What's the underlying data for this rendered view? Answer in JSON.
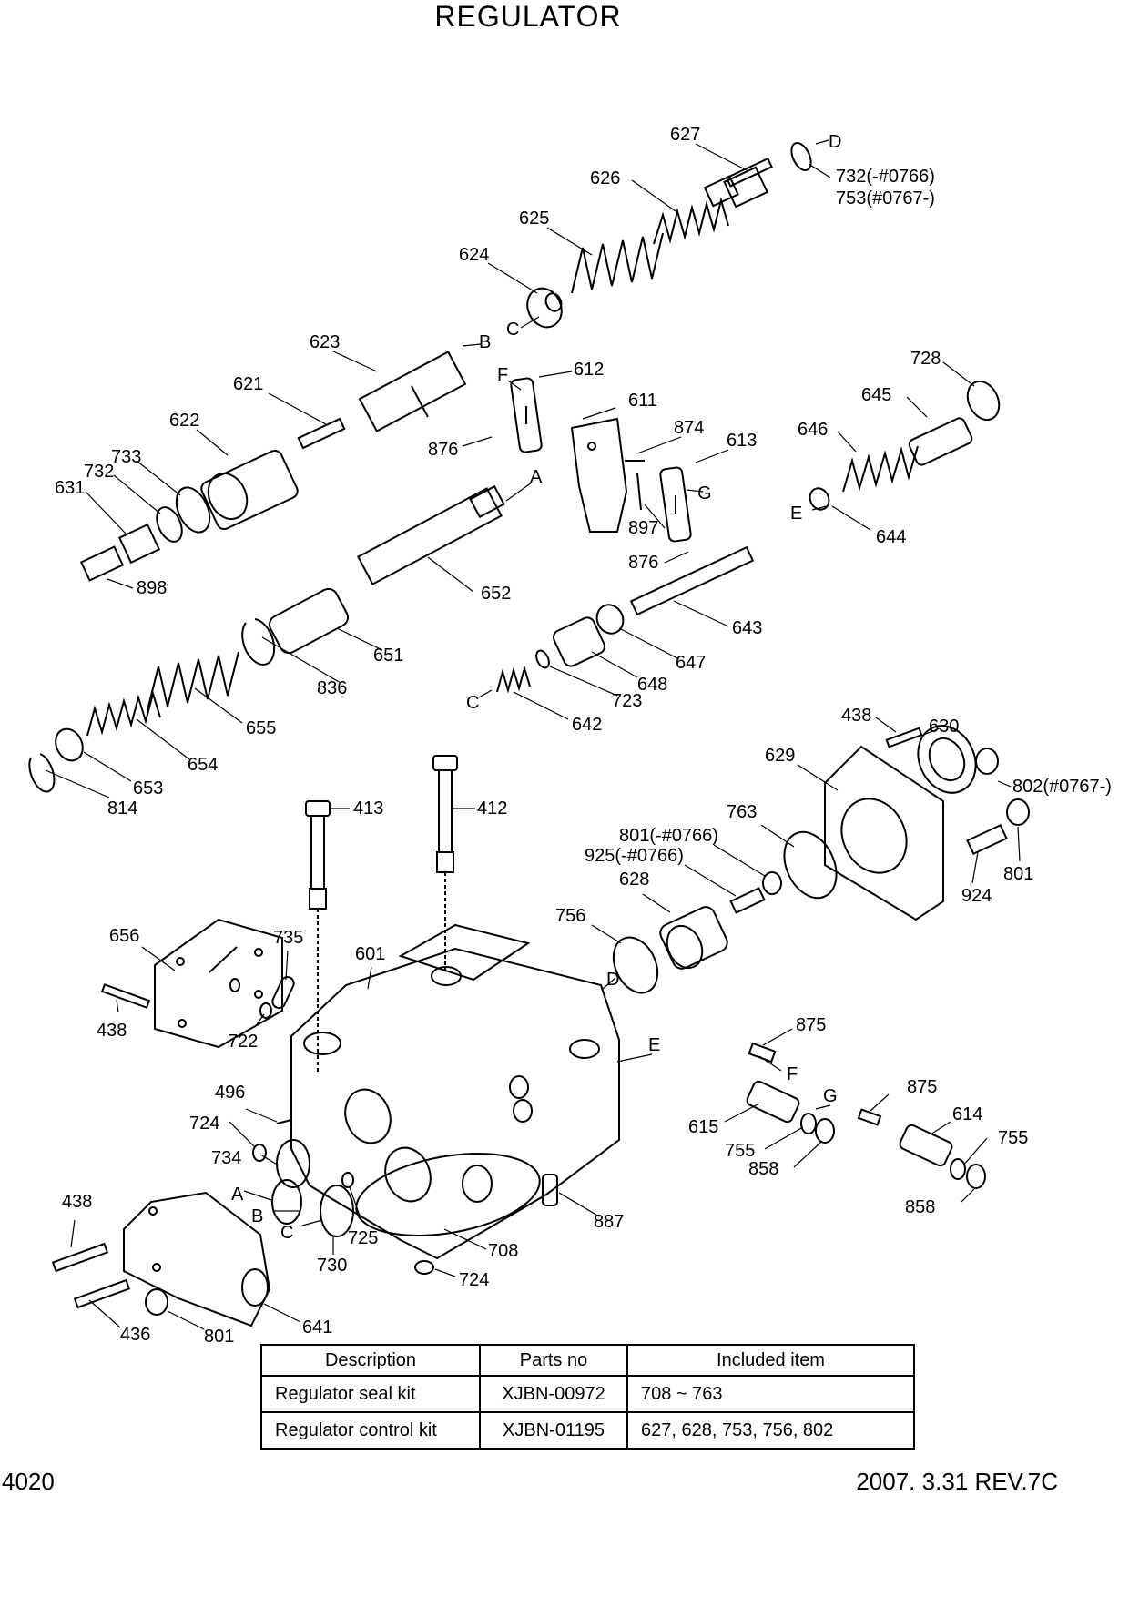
{
  "title": "REGULATOR",
  "callouts": [
    {
      "id": "c627",
      "text": "627"
    },
    {
      "id": "cD1",
      "text": "D"
    },
    {
      "id": "c732a",
      "text": "732(-#0766)"
    },
    {
      "id": "c753a",
      "text": "753(#0767-)"
    },
    {
      "id": "c626",
      "text": "626"
    },
    {
      "id": "c625",
      "text": "625"
    },
    {
      "id": "c624",
      "text": "624"
    },
    {
      "id": "cC1",
      "text": "C"
    },
    {
      "id": "c623",
      "text": "623"
    },
    {
      "id": "cB1",
      "text": "B"
    },
    {
      "id": "c612",
      "text": "612"
    },
    {
      "id": "cF1",
      "text": "F"
    },
    {
      "id": "c611",
      "text": "611"
    },
    {
      "id": "c621",
      "text": "621"
    },
    {
      "id": "c622",
      "text": "622"
    },
    {
      "id": "c876a",
      "text": "876"
    },
    {
      "id": "c874",
      "text": "874"
    },
    {
      "id": "c613",
      "text": "613"
    },
    {
      "id": "cG1",
      "text": "G"
    },
    {
      "id": "cA1",
      "text": "A"
    },
    {
      "id": "c733",
      "text": "733"
    },
    {
      "id": "c732b",
      "text": "732"
    },
    {
      "id": "c631",
      "text": "631"
    },
    {
      "id": "c897",
      "text": "897"
    },
    {
      "id": "c876b",
      "text": "876"
    },
    {
      "id": "c728",
      "text": "728"
    },
    {
      "id": "c645",
      "text": "645"
    },
    {
      "id": "c646",
      "text": "646"
    },
    {
      "id": "cE1",
      "text": "E"
    },
    {
      "id": "c644",
      "text": "644"
    },
    {
      "id": "c898",
      "text": "898"
    },
    {
      "id": "c652",
      "text": "652"
    },
    {
      "id": "c643",
      "text": "643"
    },
    {
      "id": "c651",
      "text": "651"
    },
    {
      "id": "c647",
      "text": "647"
    },
    {
      "id": "c648",
      "text": "648"
    },
    {
      "id": "c836",
      "text": "836"
    },
    {
      "id": "cC2",
      "text": "C"
    },
    {
      "id": "c723",
      "text": "723"
    },
    {
      "id": "c642",
      "text": "642"
    },
    {
      "id": "c655",
      "text": "655"
    },
    {
      "id": "c654",
      "text": "654"
    },
    {
      "id": "c653",
      "text": "653"
    },
    {
      "id": "c814",
      "text": "814"
    },
    {
      "id": "c438a",
      "text": "438"
    },
    {
      "id": "c630",
      "text": "630"
    },
    {
      "id": "c629",
      "text": "629"
    },
    {
      "id": "c802",
      "text": "802(#0767-)"
    },
    {
      "id": "c413",
      "text": "413"
    },
    {
      "id": "c412",
      "text": "412"
    },
    {
      "id": "c763",
      "text": "763"
    },
    {
      "id": "c801a",
      "text": "801(-#0766)"
    },
    {
      "id": "c925",
      "text": "925(-#0766)"
    },
    {
      "id": "c801b",
      "text": "801"
    },
    {
      "id": "c924",
      "text": "924"
    },
    {
      "id": "c628",
      "text": "628"
    },
    {
      "id": "c756",
      "text": "756"
    },
    {
      "id": "c656",
      "text": "656"
    },
    {
      "id": "c735",
      "text": "735"
    },
    {
      "id": "c601",
      "text": "601"
    },
    {
      "id": "cD2",
      "text": "D"
    },
    {
      "id": "c438b",
      "text": "438"
    },
    {
      "id": "c722",
      "text": "722"
    },
    {
      "id": "c875a",
      "text": "875"
    },
    {
      "id": "cE2",
      "text": "E"
    },
    {
      "id": "cF2",
      "text": "F"
    },
    {
      "id": "c875b",
      "text": "875"
    },
    {
      "id": "cG2",
      "text": "G"
    },
    {
      "id": "c496",
      "text": "496"
    },
    {
      "id": "c614",
      "text": "614"
    },
    {
      "id": "c615",
      "text": "615"
    },
    {
      "id": "c724a",
      "text": "724"
    },
    {
      "id": "c755a",
      "text": "755"
    },
    {
      "id": "c755b",
      "text": "755"
    },
    {
      "id": "c858a",
      "text": "858"
    },
    {
      "id": "c734",
      "text": "734"
    },
    {
      "id": "cA2",
      "text": "A"
    },
    {
      "id": "cB2",
      "text": "B"
    },
    {
      "id": "cC3",
      "text": "C"
    },
    {
      "id": "c725",
      "text": "725"
    },
    {
      "id": "c887",
      "text": "887"
    },
    {
      "id": "c708",
      "text": "708"
    },
    {
      "id": "c858b",
      "text": "858"
    },
    {
      "id": "c730",
      "text": "730"
    },
    {
      "id": "c438c",
      "text": "438"
    },
    {
      "id": "c724b",
      "text": "724"
    },
    {
      "id": "c436",
      "text": "436"
    },
    {
      "id": "c801c",
      "text": "801"
    },
    {
      "id": "c641",
      "text": "641"
    }
  ],
  "table": {
    "headers": [
      "Description",
      "Parts no",
      "Included item"
    ],
    "rows": [
      [
        "Regulator seal kit",
        "XJBN-00972",
        "708 ~ 763"
      ],
      [
        "Regulator control  kit",
        "XJBN-01195",
        "627, 628, 753, 756, 802"
      ]
    ]
  },
  "footer": {
    "page": "4020",
    "date_rev": "2007. 3.31  REV.7C"
  }
}
